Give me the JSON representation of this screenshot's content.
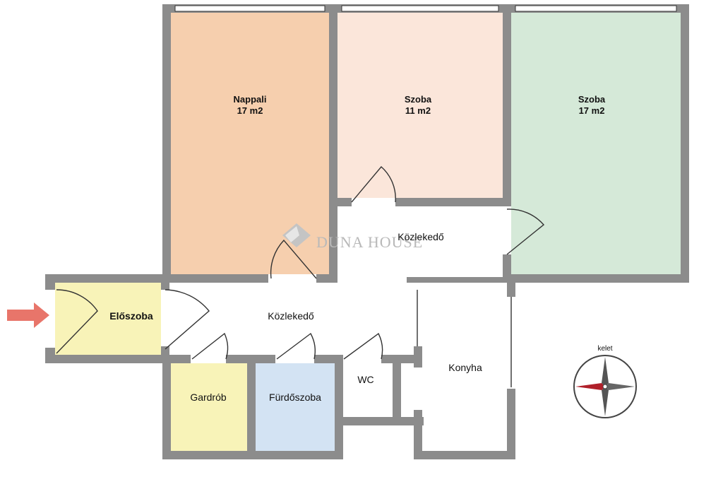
{
  "rooms": {
    "nappali": {
      "name": "Nappali",
      "area": "17 m2",
      "color": "#f6cfae"
    },
    "szoba1": {
      "name": "Szoba",
      "area": "11 m2",
      "color": "#fbe6da"
    },
    "szoba2": {
      "name": "Szoba",
      "area": "17 m2",
      "color": "#d5e9d8"
    },
    "eloszoba": {
      "name": "Előszoba",
      "color": "#f8f3b8"
    },
    "kozlekedo1": {
      "name": "Közlekedő"
    },
    "kozlekedo2": {
      "name": "Közlekedő"
    },
    "gardrob": {
      "name": "Gardrób",
      "color": "#f8f3b8"
    },
    "furdoszoba": {
      "name": "Fürdőszoba",
      "color": "#d3e3f3"
    },
    "wc": {
      "name": "WC"
    },
    "konyha": {
      "name": "Konyha"
    }
  },
  "compass": {
    "label": "kelet"
  },
  "watermark": {
    "text": "DUNA HOUSE"
  },
  "colors": {
    "wall": "#8c8c8c",
    "entrance_arrow": "#e8756a",
    "compass_needle": "#b0202a"
  }
}
